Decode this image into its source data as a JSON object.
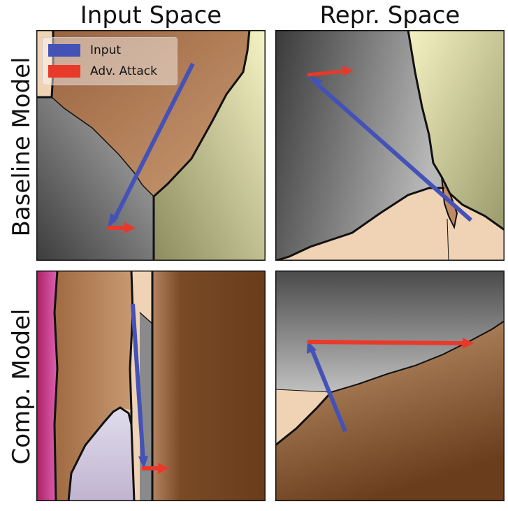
{
  "columns": [
    "Input Space",
    "Repr. Space"
  ],
  "rows": [
    "Baseline Model",
    "Comp. Model"
  ],
  "legend": [
    {
      "label": "Input",
      "color": "#4452b8"
    },
    {
      "label": "Adv. Attack",
      "color": "#e8392a"
    }
  ],
  "colors": {
    "input_arrow": "#4452b8",
    "attack_arrow": "#e8392a",
    "boundary": "#111111"
  }
}
